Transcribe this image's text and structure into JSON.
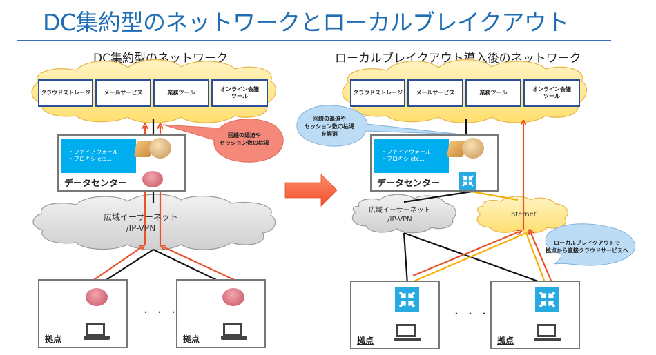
{
  "title": "DC集約型のネットワークとローカルブレイクアウト",
  "colors": {
    "title": "#1f6db5",
    "service_border": "#2b4e9a",
    "cloud_yellow": "#ffe58a",
    "cloud_gray": "#d9d9d9",
    "firewall_panel": "#00aeef",
    "switch": "#27a9e1",
    "traffic_arrow": "#e8532b",
    "internet_link": "#f5b000",
    "callout_red": "#f4897a",
    "callout_blue": "#bcdcf5"
  },
  "left": {
    "subtitle": "DC集約型のネットワーク",
    "services": [
      "クラウドストレージ",
      "メールサービス",
      "業務ツール",
      "オンライン会議\nツール"
    ],
    "callout": "回線の逼迫や\nセッション数の枯渇",
    "datacenter": {
      "label": "データセンター",
      "functions": [
        "・ファイアウォール",
        "・プロキシ etc…"
      ]
    },
    "wan": "広域イーサーネット\n/IP-VPN",
    "ellipsis": "・・・",
    "sites": [
      {
        "label": "拠点",
        "device": "router-icon"
      },
      {
        "label": "拠点",
        "device": "router-icon"
      }
    ]
  },
  "transition_arrow": "right-arrow-icon",
  "right": {
    "subtitle": "ローカルブレイクアウト導入後のネットワーク",
    "services": [
      "クラウドストレージ",
      "メールサービス",
      "業務ツール",
      "オンライン会議\nツール"
    ],
    "callout_top": "回線の逼迫や\nセッション数の枯渇\nを解消",
    "datacenter": {
      "label": "データセンター",
      "functions": [
        "・ファイアウォール",
        "・プロキシ etc…"
      ]
    },
    "wan": "広域イーサーネット\n/IP-VPN",
    "internet": "Internet",
    "callout_bottom": "ローカルブレイクアウトで\n拠点から直接クラウドサービスへ",
    "ellipsis": "・・・",
    "sites": [
      {
        "label": "拠点",
        "device": "switch-icon"
      },
      {
        "label": "拠点",
        "device": "switch-icon"
      }
    ]
  }
}
